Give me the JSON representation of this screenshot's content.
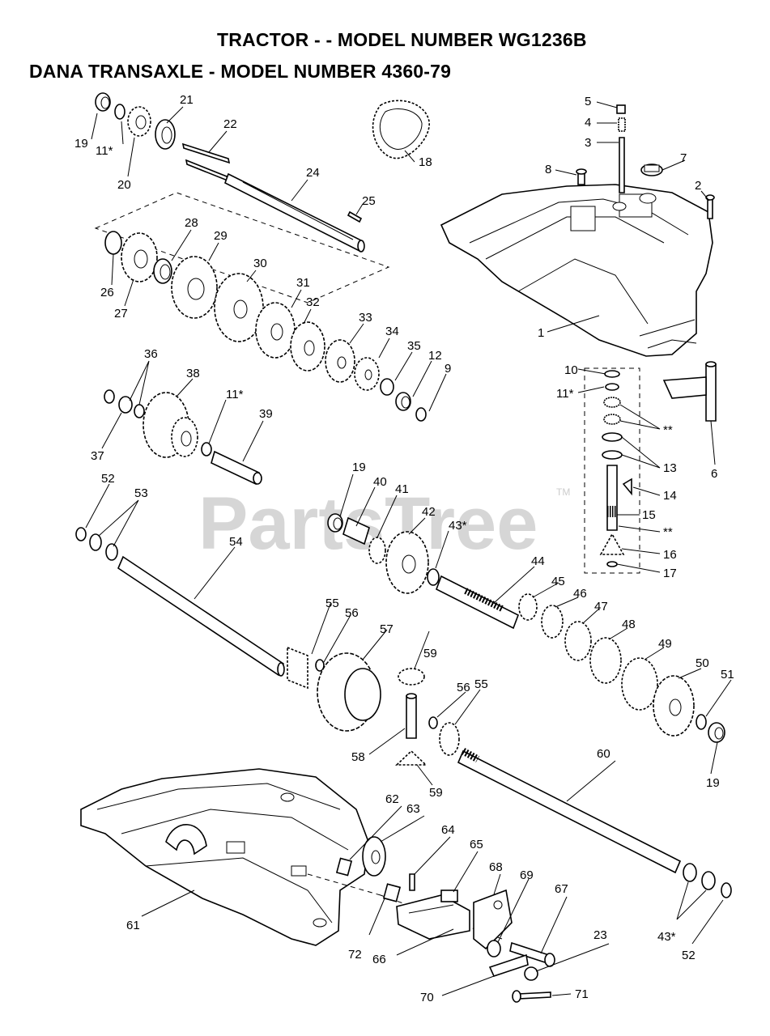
{
  "header": {
    "title_line1": "TRACTOR - - MODEL NUMBER WG1236B",
    "title_line2": "DANA TRANSAXLE - MODEL NUMBER 4360-79"
  },
  "watermark": {
    "text": "PartsTree",
    "tm": "TM"
  },
  "callouts": {
    "c1": "1",
    "c2": "2",
    "c3": "3",
    "c4": "4",
    "c5": "5",
    "c6": "6",
    "c7": "7",
    "c8": "8",
    "c9": "9",
    "c10": "10",
    "c11a": "11*",
    "c11b": "11*",
    "c11c": "11*",
    "c12": "12",
    "c13": "13",
    "c14": "14",
    "c15": "15",
    "c16": "16",
    "c17": "17",
    "c18": "18",
    "c19a": "19",
    "c19b": "19",
    "c19c": "19",
    "c20": "20",
    "c21": "21",
    "c22": "22",
    "c23": "23",
    "c24": "24",
    "c25": "25",
    "c26": "26",
    "c27": "27",
    "c28": "28",
    "c29": "29",
    "c30": "30",
    "c31": "31",
    "c32": "32",
    "c33": "33",
    "c34": "34",
    "c35": "35",
    "c36": "36",
    "c37": "37",
    "c38": "38",
    "c39": "39",
    "c40": "40",
    "c41": "41",
    "c42": "42",
    "c43a": "43*",
    "c43b": "43*",
    "c44": "44",
    "c45": "45",
    "c46": "46",
    "c47": "47",
    "c48": "48",
    "c49": "49",
    "c50": "50",
    "c51": "51",
    "c52a": "52",
    "c52b": "52",
    "c53": "53",
    "c54": "54",
    "c55a": "55",
    "c55b": "55",
    "c56a": "56",
    "c56b": "56",
    "c57": "57",
    "c58": "58",
    "c59a": "59",
    "c59b": "59",
    "c60": "60",
    "c61": "61",
    "c62": "62",
    "c63": "63",
    "c64": "64",
    "c65": "65",
    "c66": "66",
    "c67": "67",
    "c68": "68",
    "c69": "69",
    "c70": "70",
    "c71": "71",
    "c72": "72",
    "ss1": "**",
    "ss2": "**"
  }
}
